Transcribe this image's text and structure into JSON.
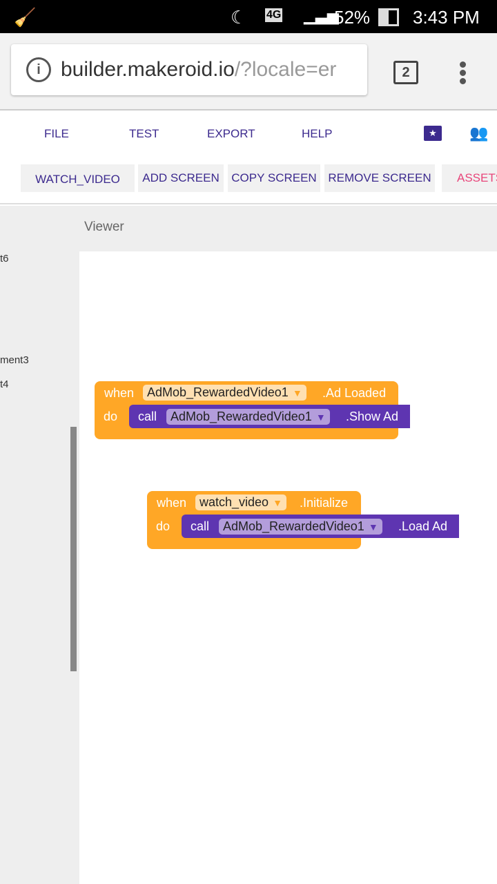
{
  "status": {
    "time": "3:43 PM",
    "battery": "52%",
    "network": "4G"
  },
  "browser": {
    "url_host": "builder.makeroid.io",
    "url_rest": "/?locale=er",
    "tab_count": "2"
  },
  "menu": {
    "items": [
      "FILE",
      "TEST",
      "EXPORT",
      "HELP"
    ]
  },
  "toolbar": {
    "screen": "WATCH_VIDEO",
    "add": "ADD SCREEN",
    "copy": "COPY SCREEN",
    "remove": "REMOVE SCREEN",
    "assets": "ASSETS",
    "assets_color": "#e8457a"
  },
  "sidebar": {
    "items": [
      "t6",
      "ment3",
      "t4"
    ]
  },
  "viewer": {
    "title": "Viewer"
  },
  "blocks": [
    {
      "when": "when",
      "component": "AdMob_RewardedVideo1",
      "event": ".Ad Loaded",
      "do": "do",
      "call": "call",
      "target": "AdMob_RewardedVideo1",
      "method": ".Show Ad"
    },
    {
      "when": "when",
      "component": "watch_video",
      "event": ".Initialize",
      "do": "do",
      "call": "call",
      "target": "AdMob_RewardedVideo1",
      "method": ".Load Ad"
    }
  ],
  "colors": {
    "event_block": "#ffa726",
    "call_block": "#5e35b1",
    "accent": "#3c2a8e"
  }
}
